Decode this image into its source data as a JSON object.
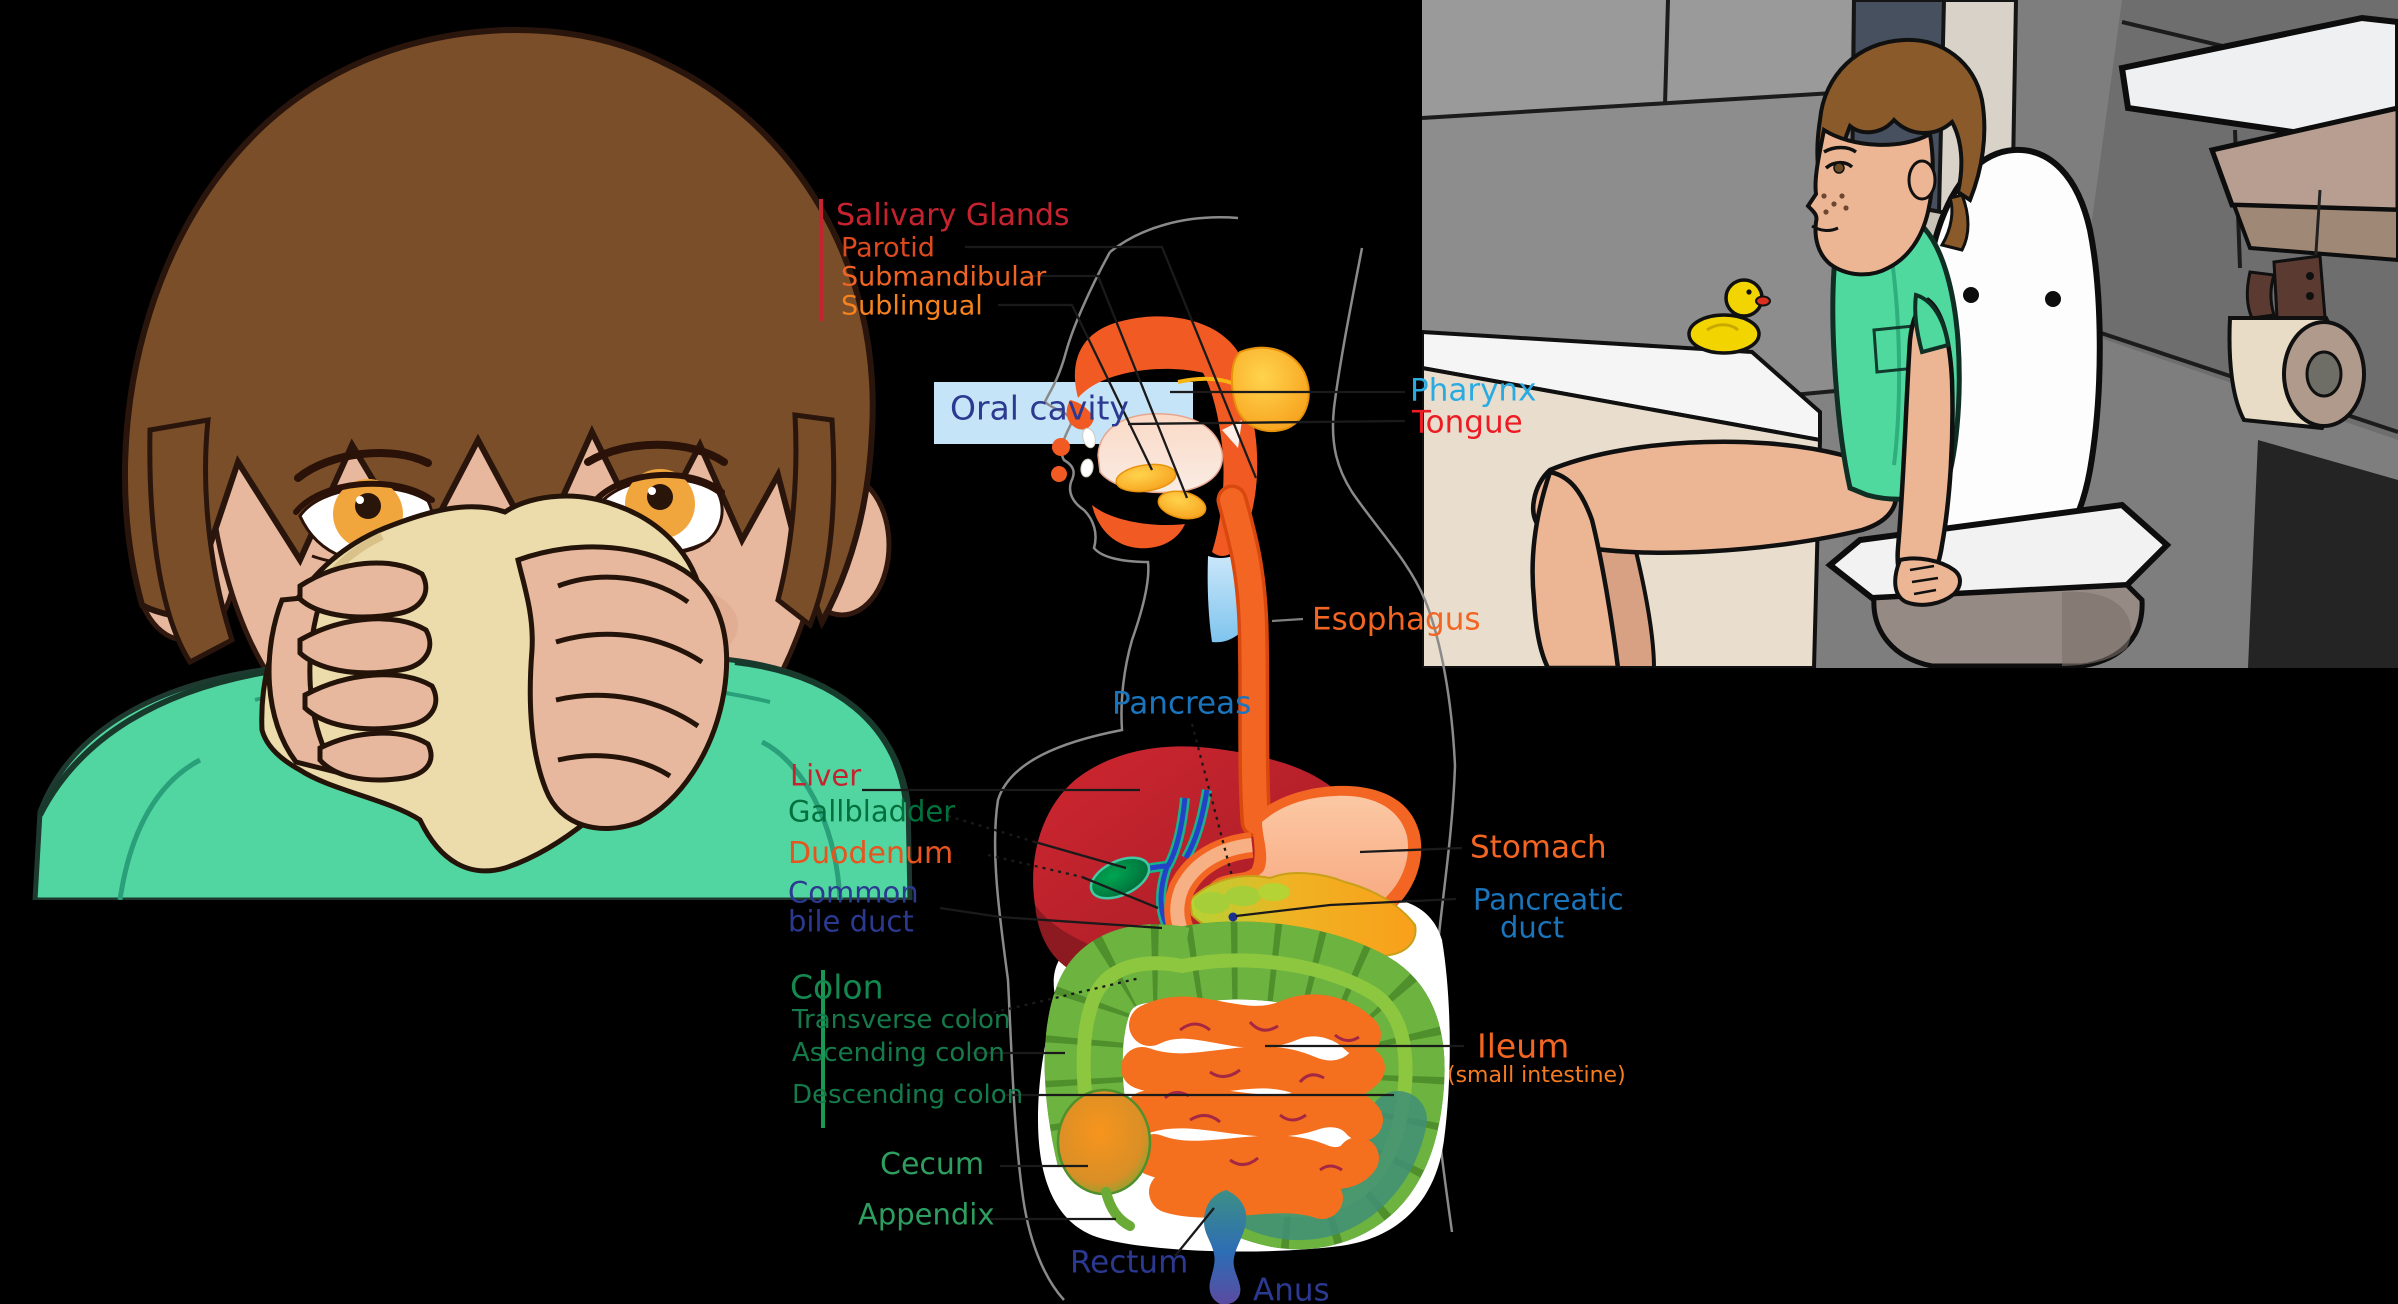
{
  "figures": {
    "left": "boy-eating-sandwich",
    "center": "digestive-system-diagram",
    "right": "boy-sitting-on-toilet"
  },
  "diagram": {
    "labels": {
      "salivary_glands": "Salivary Glands",
      "parotid": "Parotid",
      "submandibular": "Submandibular",
      "sublingual": "Sublingual",
      "oral_cavity": "Oral cavity",
      "pharynx": "Pharynx",
      "tongue": "Tongue",
      "esophagus": "Esophagus",
      "pancreas": "Pancreas",
      "liver": "Liver",
      "gallbladder": "Gallbladder",
      "duodenum": "Duodenum",
      "common_bile_duct": {
        "line1": "Common",
        "line2": "bile duct"
      },
      "colon": "Colon",
      "transverse_colon": "Transverse colon",
      "ascending_colon": "Ascending colon",
      "descending_colon": "Descending colon",
      "cecum": "Cecum",
      "appendix": "Appendix",
      "rectum": "Rectum",
      "anus": "Anus",
      "stomach": "Stomach",
      "pancreatic_duct": {
        "line1": "Pancreatic",
        "line2": "duct"
      },
      "ileum": "Ileum",
      "ileum_sub": "(small intestine)"
    },
    "palette": {
      "background": "#000000",
      "label_red": "#c5232f",
      "label_orange": "#f26522",
      "label_blue": "#1b75bc",
      "label_navy": "#2b3990",
      "label_cyan": "#29abe2",
      "label_bright_red": "#ed1c24",
      "label_green": "#14884e",
      "oral_cavity_band": "#c5e4f7",
      "organ_orange": "#f15a22",
      "organ_gold": "#fdb515",
      "liver_red": "#be1e2d",
      "stomach_peach": "#f7a278",
      "colon_green": "#6cb33f",
      "intestine_orange": "#f4701f",
      "rectum_blue": "#2d6db5",
      "shirt_green": "#4fd99f",
      "skin": "#ecb695",
      "hair_brown": "#7a4e28",
      "duck_yellow": "#f2d500"
    }
  }
}
